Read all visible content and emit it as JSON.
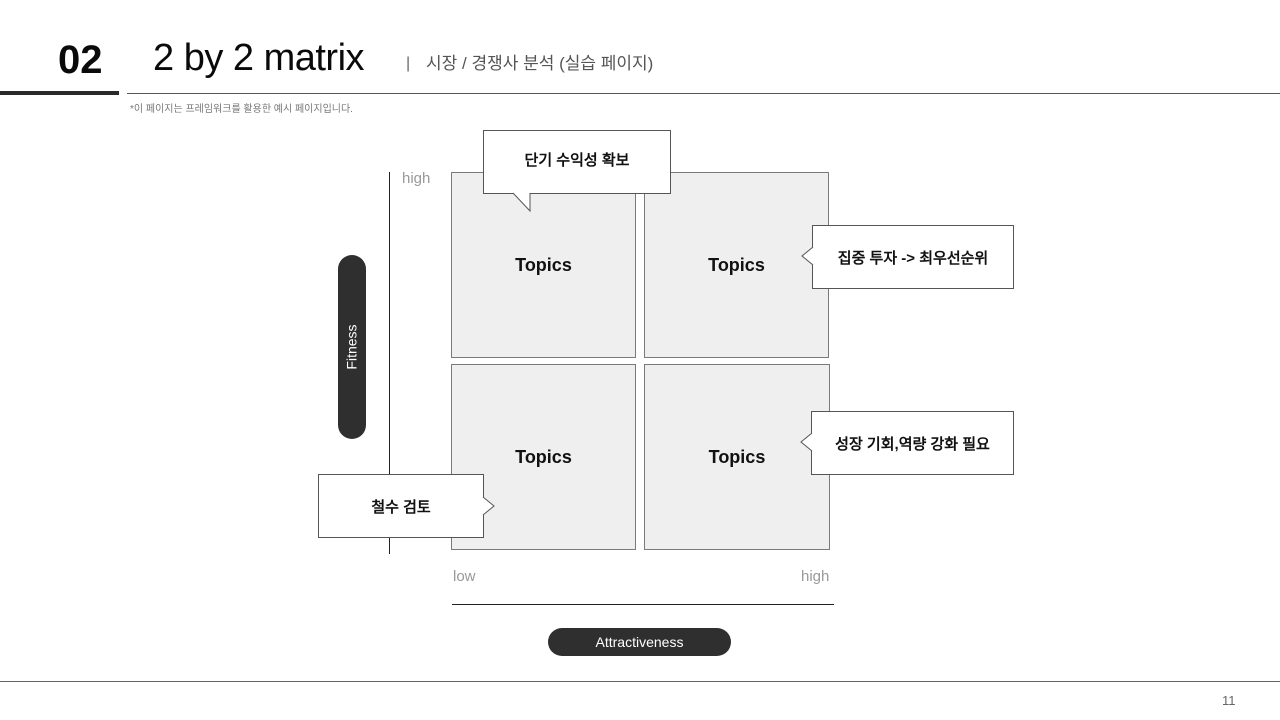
{
  "header": {
    "section_number": "02",
    "title": "2 by 2 matrix",
    "separator": "|",
    "subtitle": "시장 / 경쟁사 분석 (실습 페이지)",
    "note": "*이 페이지는 프레임워크를 활용한 예시 페이지입니다."
  },
  "matrix": {
    "quadrants": [
      {
        "position": "top-left",
        "label": "Topics"
      },
      {
        "position": "top-right",
        "label": "Topics"
      },
      {
        "position": "bottom-left",
        "label": "Topics"
      },
      {
        "position": "bottom-right",
        "label": "Topics"
      }
    ],
    "y_axis": {
      "label": "Fitness",
      "high": "high"
    },
    "x_axis": {
      "label": "Attractiveness",
      "low": "low",
      "high": "high"
    },
    "colors": {
      "quadrant_fill": "#efefef",
      "pill": "#2f2f2f",
      "border": "#7a7a7a"
    }
  },
  "callouts": {
    "top_left": "단기 수익성 확보",
    "top_right": "집중 투자 -> 최우선순위",
    "bottom_right": "성장 기회,역량 강화 필요",
    "bottom_left": "철수 검토"
  },
  "footer": {
    "page_number": "11"
  }
}
